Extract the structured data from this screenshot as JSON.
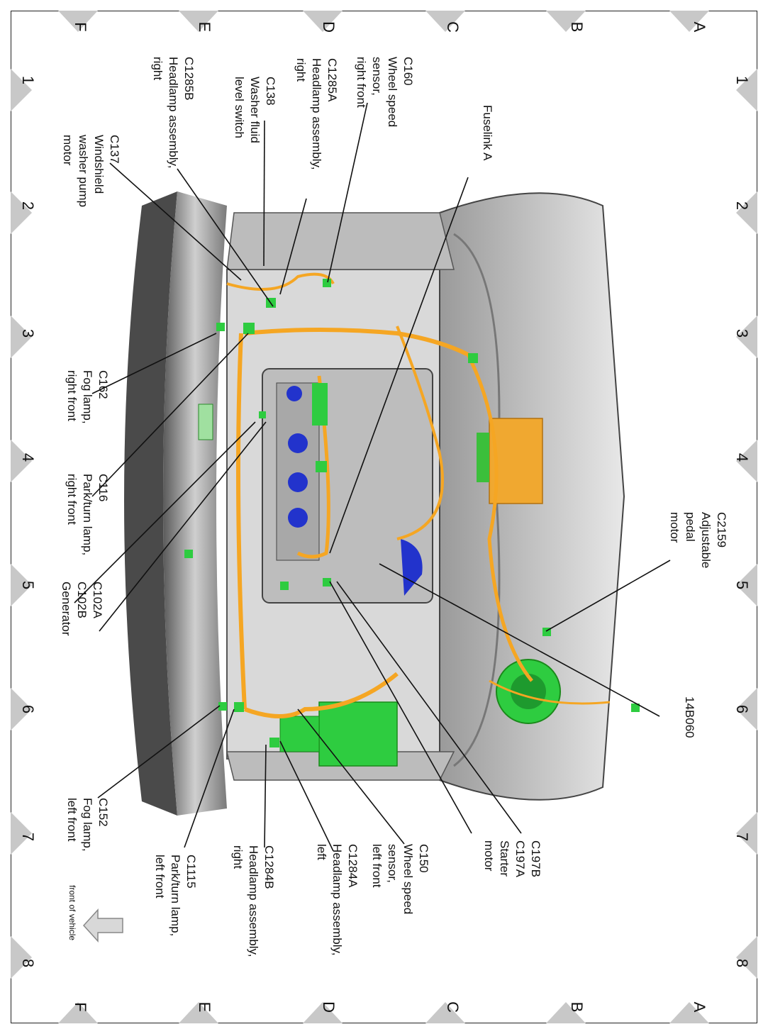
{
  "grid": {
    "letters": [
      "A",
      "B",
      "C",
      "D",
      "E",
      "F"
    ],
    "numbers": [
      "1",
      "2",
      "3",
      "4",
      "5",
      "6",
      "7",
      "8"
    ]
  },
  "callouts": {
    "c160": [
      "C160",
      "Wheel speed",
      "sensor,",
      "right front"
    ],
    "fuselink": [
      "Fuselink A"
    ],
    "c2159": [
      "C2159",
      "Adjustable",
      "pedal",
      "motor"
    ],
    "c1285a": [
      "C1285A",
      "Headlamp assembly,",
      "right"
    ],
    "c138": [
      "C138",
      "Washer fluid",
      "level switch"
    ],
    "c1285b": [
      "C1285B",
      "Headlamp assembly,",
      "right"
    ],
    "c137": [
      "C137",
      "Windshield",
      "washer pump",
      "motor"
    ],
    "c162": [
      "C162",
      "Fog lamp,",
      "right front"
    ],
    "c116": [
      "C116",
      "Park/turn lamp,",
      "right front"
    ],
    "c102": [
      "C102A",
      "C102B",
      "Generator"
    ],
    "b14b060": [
      "14B060"
    ],
    "c197": [
      "C197B",
      "C197A",
      "Starter",
      "motor"
    ],
    "c150": [
      "C150",
      "Wheel speed",
      "sensor,",
      "left front"
    ],
    "c1284a": [
      "C1284A",
      "Headlamp assembly,",
      "left"
    ],
    "c1284b": [
      "C1284B",
      "Headlamp assembly,",
      "right"
    ],
    "c1115": [
      "C1115",
      "Park/turn lamp,",
      "left front"
    ],
    "c152": [
      "C152",
      "Fog lamp,",
      "left front"
    ]
  },
  "orientation_label": "front of vehicle",
  "colors": {
    "harness": "#f5a623",
    "connector": "#2ecc40",
    "pcm_module": "#f0a830",
    "engine_blue": "#2233cc",
    "body_gray": "#8a8a8a"
  }
}
